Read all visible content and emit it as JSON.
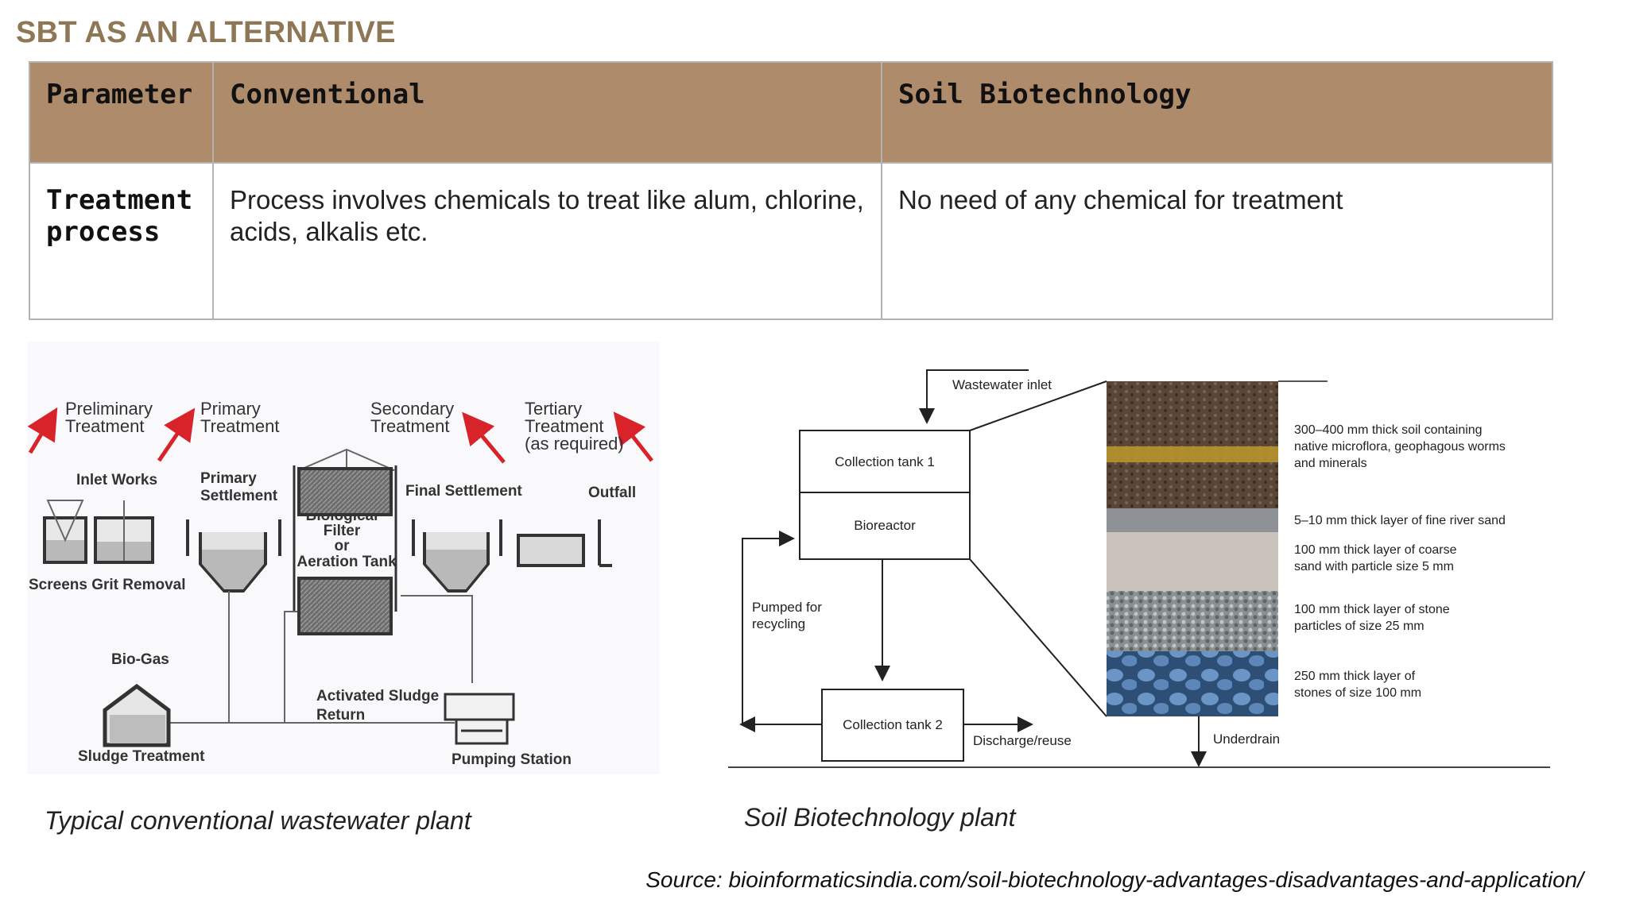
{
  "slide": {
    "title": "SBT AS AN ALTERNATIVE"
  },
  "table": {
    "headers": [
      "Parameter",
      "Conventional",
      "Soil Biotechnology"
    ],
    "row": {
      "parameter": "Treatment process",
      "conventional": "Process involves chemicals to treat like alum, chlorine, acids, alkalis etc.",
      "sbt": "No need of any chemical for treatment"
    }
  },
  "conventional_diagram": {
    "stages": [
      "Preliminary Treatment",
      "Primary Treatment",
      "Secondary Treatment",
      "Tertiary Treatment (as required)"
    ],
    "labels": {
      "inlet_works": "Inlet Works",
      "primary_settlement": "Primary Settlement",
      "biological_filter": "Biological Filter or Aeration Tank",
      "final_settlement": "Final Settlement",
      "outfall": "Outfall",
      "screens": "Screens Grit Removal",
      "biogas": "Bio-Gas",
      "activated_sludge": "Activated Sludge Return",
      "sludge_treatment": "Sludge Treatment",
      "pumping_station": "Pumping Station"
    }
  },
  "sbt_diagram": {
    "labels": {
      "wastewater_inlet": "Wastewater inlet",
      "collection_tank_1": "Collection tank 1",
      "bioreactor": "Bioreactor",
      "pumped": "Pumped for recycling",
      "collection_tank_2": "Collection tank 2",
      "discharge": "Discharge/reuse",
      "underdrain": "Underdrain"
    },
    "layers": [
      "300–400 mm thick soil containing native microflora, geophagous worms and minerals",
      "5–10 mm thick layer of fine river sand",
      "100 mm thick layer of coarse sand with particle size 5 mm",
      "100 mm thick layer of stone particles of size 25 mm",
      "250 mm thick layer of stones of size 100 mm"
    ]
  },
  "captions": {
    "conventional": "Typical conventional wastewater plant",
    "sbt": "Soil Biotechnology plant",
    "source": "Source: bioinformaticsindia.com/soil-biotechnology-advantages-disadvantages-and-application/"
  },
  "colors": {
    "title": "#8e7754",
    "header_bg": "#ae8b6b",
    "arrow_red": "#d9232a"
  }
}
